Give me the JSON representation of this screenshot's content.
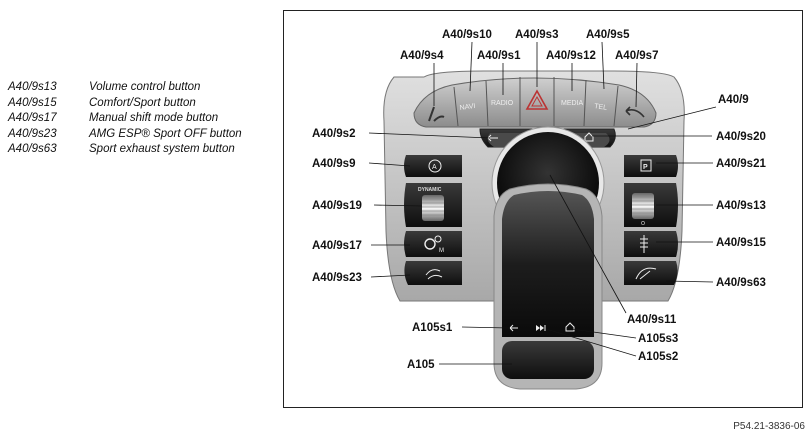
{
  "legend": [
    {
      "code": "A40/9s13",
      "desc": "Volume control button"
    },
    {
      "code": "A40/9s15",
      "desc": "Comfort/Sport button"
    },
    {
      "code": "A40/9s17",
      "desc": "Manual shift mode button"
    },
    {
      "code": "A40/9s23",
      "desc": "AMG ESP® Sport OFF button"
    },
    {
      "code": "A40/9s63",
      "desc": "Sport exhaust system button"
    }
  ],
  "labels": {
    "s10": "A40/9s10",
    "s3": "A40/9s3",
    "s5": "A40/9s5",
    "s4": "A40/9s4",
    "s1": "A40/9s1",
    "s12": "A40/9s12",
    "s7": "A40/9s7",
    "a9": "A40/9",
    "s2": "A40/9s2",
    "s20": "A40/9s20",
    "s9": "A40/9s9",
    "s21": "A40/9s21",
    "s19": "A40/9s19",
    "s13": "A40/9s13",
    "s17": "A40/9s17",
    "s15": "A40/9s15",
    "s23": "A40/9s23",
    "s63": "A40/9s63",
    "s11": "A40/9s11",
    "a105s1": "A105s1",
    "a105s3": "A105s3",
    "a105s2": "A105s2",
    "a105": "A105"
  },
  "buttons": {
    "navi": "NAVI",
    "radio": "RADIO",
    "media": "MEDIA",
    "tel": "TEL",
    "dynamic": "DYNAMIC",
    "manual_sub": "M"
  },
  "figure_code": "P54.21-3836-06"
}
